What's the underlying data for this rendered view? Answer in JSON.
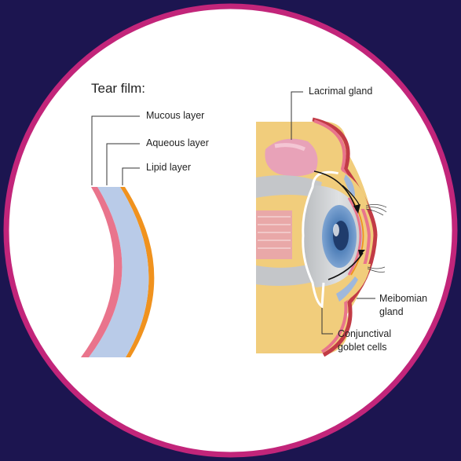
{
  "colors": {
    "background": "#1c1550",
    "frame": "#c2257a",
    "disc": "#ffffff",
    "mucous": "#e9748c",
    "aqueous": "#b9cbe8",
    "lipid": "#f0921e",
    "tissue": "#f1cd7c",
    "eyeball": "#d4d6d8",
    "iris": "#4f7fb8",
    "lacrimal": "#e8a2b8",
    "meibomian": "#9fb8dc"
  },
  "icons": {
    "frame": "circle-frame-icon",
    "tear_film": "tear-film-layers-icon",
    "eye": "eye-cross-section-icon"
  },
  "tear_film": {
    "title": "Tear film:",
    "layers": [
      {
        "label": "Mucous layer"
      },
      {
        "label": "Aqueous layer"
      },
      {
        "label": "Lipid layer"
      }
    ]
  },
  "eye_labels": {
    "lacrimal_gland": "Lacrimal gland",
    "meibomian_gland": [
      "Meibomian",
      "gland"
    ],
    "goblet_cells": [
      "Conjunctival",
      "goblet cells"
    ]
  }
}
